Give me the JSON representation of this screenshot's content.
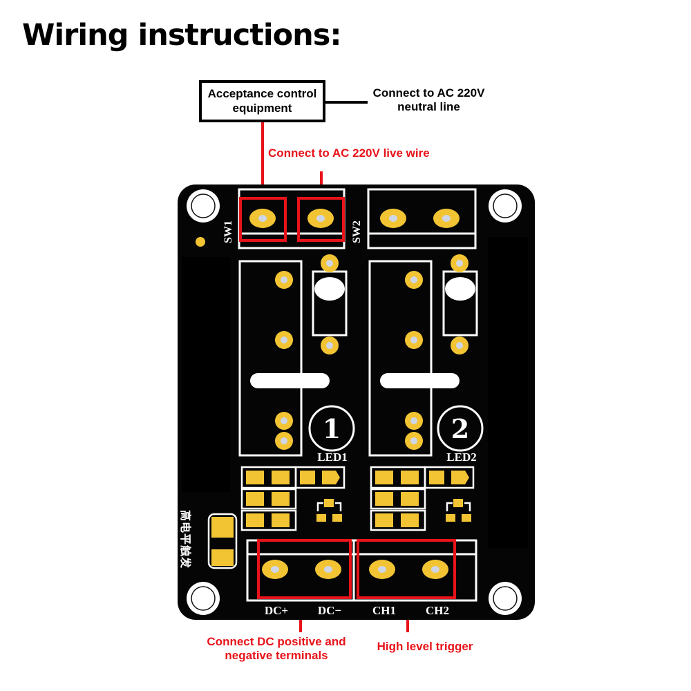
{
  "title": "Wiring instructions:",
  "annotations": {
    "equipment_box": "Acceptance control equipment",
    "neutral_line": "Connect to AC 220V neutral line",
    "live_wire": "Connect to AC 220V live wire",
    "dc_terminals": "Connect DC positive and negative terminals",
    "trigger": "High level trigger"
  },
  "board": {
    "silkscreen": {
      "sw1": "SW1",
      "sw2": "SW2",
      "led1": "LED1",
      "led2": "LED2",
      "channel1": "1",
      "channel2": "2",
      "dc_plus": "DC+",
      "dc_minus": "DC−",
      "ch1": "CH1",
      "ch2": "CH2",
      "chinese_label": "高电平触发"
    }
  },
  "colors": {
    "board": "#000000",
    "pad": "#f2c434",
    "silkscreen": "#ffffff",
    "highlight": "#e8131a"
  }
}
